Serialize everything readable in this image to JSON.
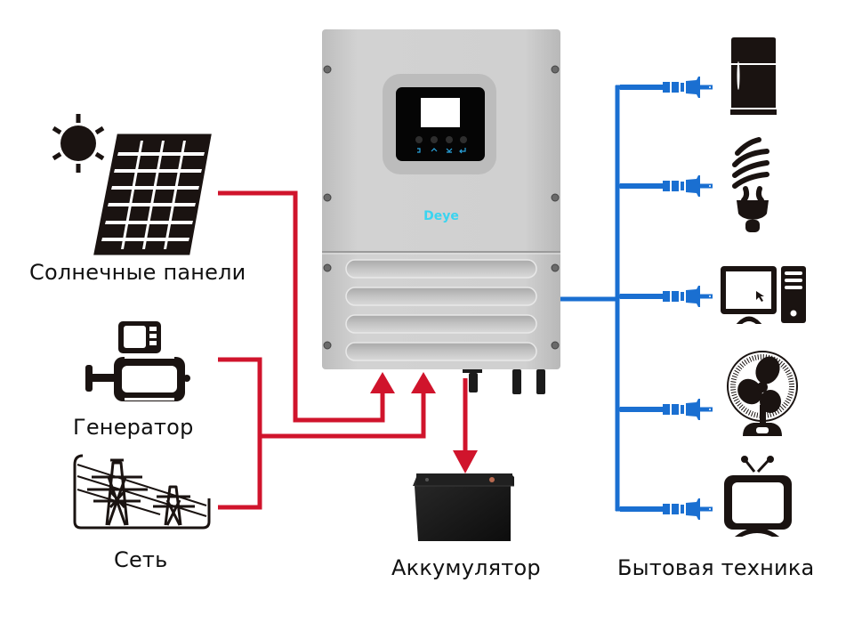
{
  "labels": {
    "solar": "Солнечные панели",
    "generator": "Генератор",
    "grid": "Сеть",
    "battery": "Аккумулятор",
    "appliances": "Бытовая техника"
  },
  "inverter": {
    "brand": "Deye",
    "buttons": [
      "esc",
      "up",
      "down",
      "enter"
    ]
  },
  "colors": {
    "input_wire": "#d0142c",
    "output_wire": "#1a6fd1",
    "icon": "#1a1311",
    "inverter_body": "#c9c9c9",
    "brand_glow": "#3ad4f0"
  },
  "appliances": [
    {
      "name": "refrigerator",
      "icon": "fridge-icon"
    },
    {
      "name": "lamp",
      "icon": "cfl-bulb-icon"
    },
    {
      "name": "computer",
      "icon": "computer-icon"
    },
    {
      "name": "fan",
      "icon": "fan-icon"
    },
    {
      "name": "tv",
      "icon": "tv-icon"
    }
  ]
}
